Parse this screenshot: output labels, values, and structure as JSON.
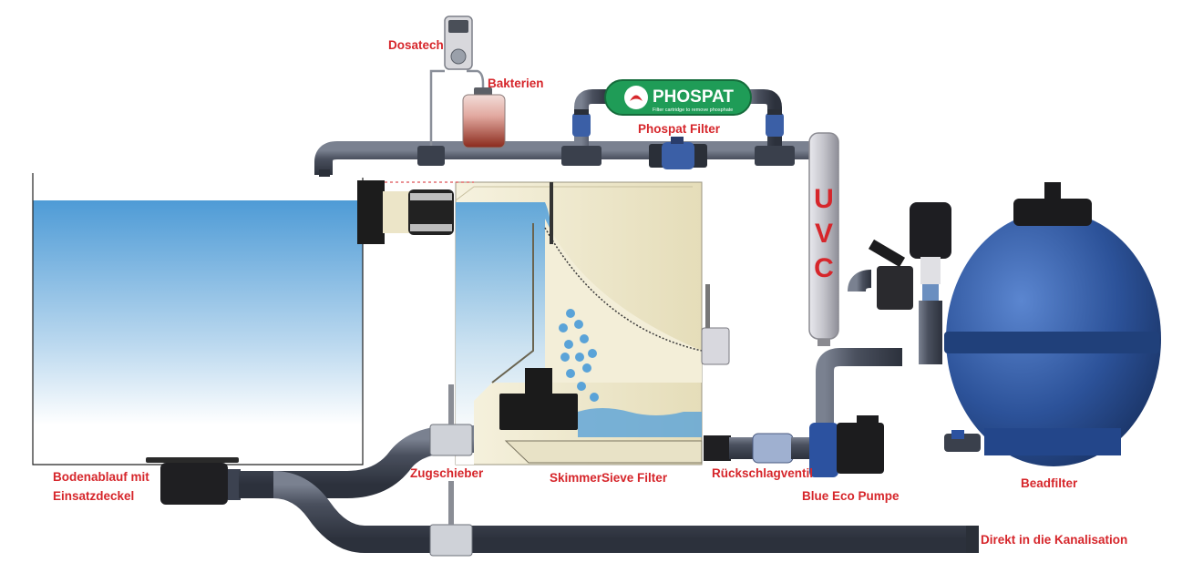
{
  "colors": {
    "label_red": "#d6262b",
    "pipe_dark": "#3c4250",
    "pipe_mid": "#5f6675",
    "water_blue": "#5aa3d8",
    "filter_body": "#f1ecd5",
    "phospat_green": "#1f9c57",
    "valve_blue": "#3b5fa6",
    "bead_blue": "#2f56a0"
  },
  "labels": {
    "dosatech": "Dosatech",
    "bakterien": "Bakterien",
    "phospat_filter": "Phospat Filter",
    "bodenablauf": [
      "Bodenablauf mit",
      "Einsatzdeckel"
    ],
    "zugschieber": "Zugschieber",
    "skimmer": "SkimmerSieve Filter",
    "rueckschlag": "Rückschlagventil",
    "pump": "Blue Eco Pumpe",
    "bead": "Beadfilter",
    "drain": "Direkt in die Kanalisation"
  },
  "phospat_cartridge": {
    "brand": "PHOSPAT",
    "tagline": "Filter cartridge to remove phosphate"
  },
  "uvc_text": [
    "U",
    "V",
    "C"
  ]
}
